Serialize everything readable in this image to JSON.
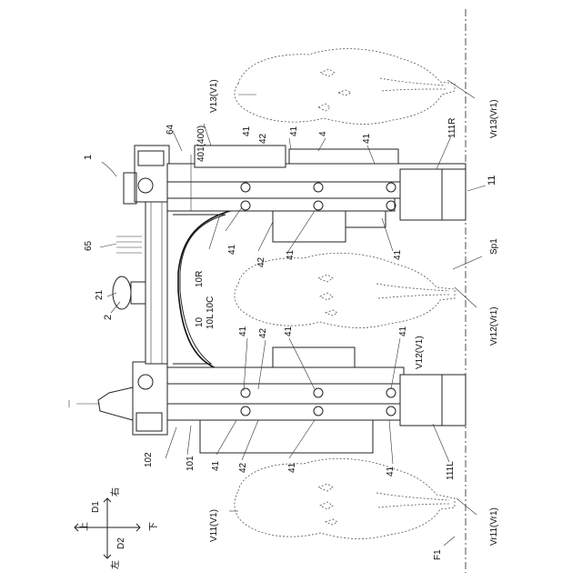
{
  "figure": {
    "labels": {
      "l1": "1",
      "l2": "2",
      "l21": "21",
      "l65": "65",
      "l64": "64",
      "l401": "401(400)",
      "l4": "4",
      "l41": "41",
      "l42": "42",
      "l10R": "10R",
      "l10C": "10C",
      "l10L": "10L",
      "l10": "10",
      "l102": "102",
      "l101": "101",
      "l111R": "111R",
      "l111L": "111L",
      "l11": "11",
      "lSp1": "Sp1",
      "lF1": "F1",
      "lV13": "V13(V1)",
      "lV12": "V12(V1)",
      "lV11": "V11(V1)",
      "lVr13": "Vr13(Vr1)",
      "lVr12": "Vr12(Vr1)",
      "lVr11": "Vr11(Vr1)"
    },
    "compass": {
      "d1": "D1",
      "d2": "D2",
      "up": "上",
      "down": "下",
      "left": "左",
      "right": "右"
    }
  }
}
